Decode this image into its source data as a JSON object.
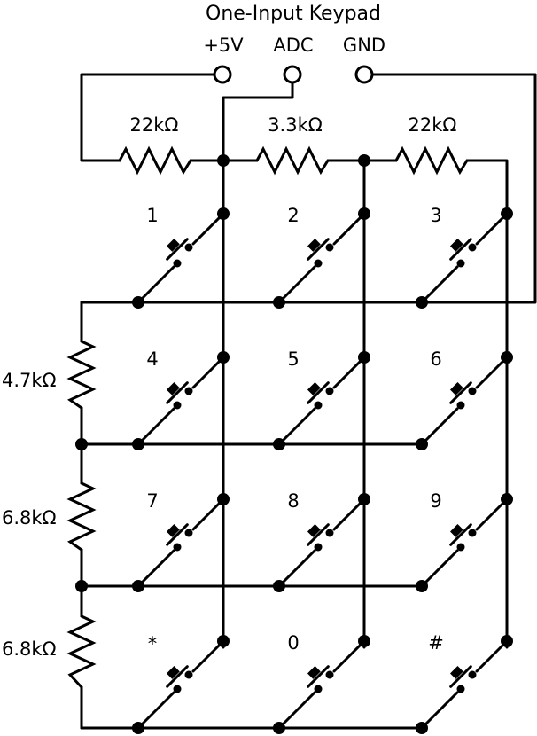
{
  "title": "One-Input Keypad",
  "terminals": [
    {
      "id": "vcc",
      "label": "+5V"
    },
    {
      "id": "adc",
      "label": "ADC"
    },
    {
      "id": "gnd",
      "label": "GND"
    }
  ],
  "column_resistors": [
    "22kΩ",
    "3.3kΩ",
    "22kΩ"
  ],
  "row_resistors": [
    "4.7kΩ",
    "6.8kΩ",
    "6.8kΩ"
  ],
  "keys": [
    [
      "1",
      "2",
      "3"
    ],
    [
      "4",
      "5",
      "6"
    ],
    [
      "7",
      "8",
      "9"
    ],
    [
      "*",
      "0",
      "#"
    ]
  ]
}
